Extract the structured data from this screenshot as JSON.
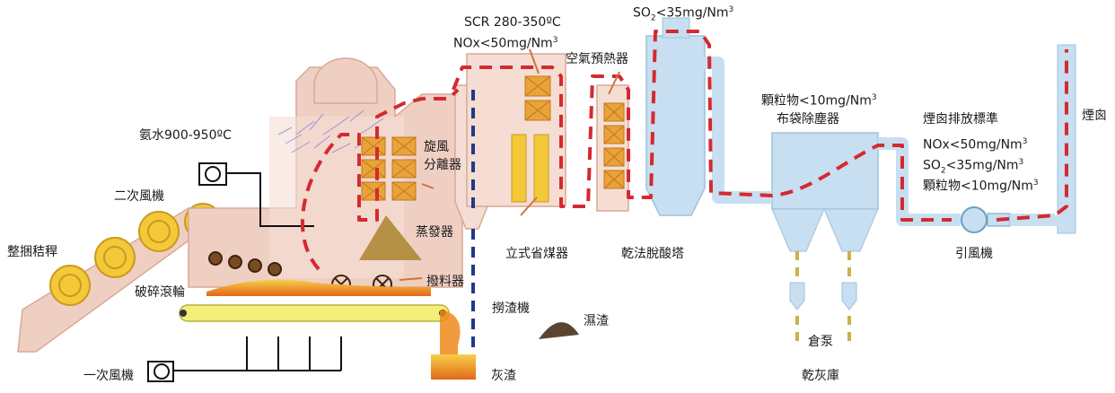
{
  "labels": {
    "scr_temp": "SCR 280-350ºC",
    "scr_nox_pre": "NOx<50mg/Nm",
    "scr_nox_sup": "3",
    "so2_top_a": "SO",
    "so2_top_sub": "2",
    "so2_top_b": "<35mg/Nm",
    "so2_top_sup": "3",
    "air_preheater": "空氣預熱器",
    "ammonia": "氨水900-950ºC",
    "secondary_fan": "二次風機",
    "cyclone_l1": "旋風",
    "cyclone_l2": "分離器",
    "evaporator": "蒸發器",
    "economizer": "立式省煤器",
    "dry_deacid": "乾法脫酸塔",
    "dust_a": "顆粒物<10mg/Nm",
    "dust_sup": "3",
    "bag_filter": "布袋除塵器",
    "stack_std": "煙囪排放標準",
    "std_nox_pre": "NOx<50mg/Nm",
    "std_nox_sup": "3",
    "std_so2_a": "SO",
    "std_so2_sub": "2",
    "std_so2_b": "<35mg/Nm",
    "std_so2_sup": "3",
    "std_dust_pre": "顆粒物<10mg/Nm",
    "std_dust_sup": "3",
    "chimney": "煙囪",
    "bale_straw": "整捆秸稈",
    "crusher": "破碎滾輪",
    "stoker": "撥料器",
    "slag_remover": "撈渣機",
    "wet_slag": "濕渣",
    "id_fan": "引風機",
    "bin_pump": "倉泵",
    "primary_fan": "一次風機",
    "ash": "灰渣",
    "dry_ash": "乾灰庫"
  },
  "colors": {
    "boiler": "#f0cfc3",
    "boiler_edge": "#d9a896",
    "gas_path": "#d42a2f",
    "cleaning": "#c7dff0",
    "cleaning_edge": "#9cc3de",
    "water_path": "#1f3a8a",
    "coil": "#e8a33a",
    "conveyor": "#f3ef7a",
    "fire": "#f08a1a",
    "ash_bin": "#c6b44a"
  }
}
